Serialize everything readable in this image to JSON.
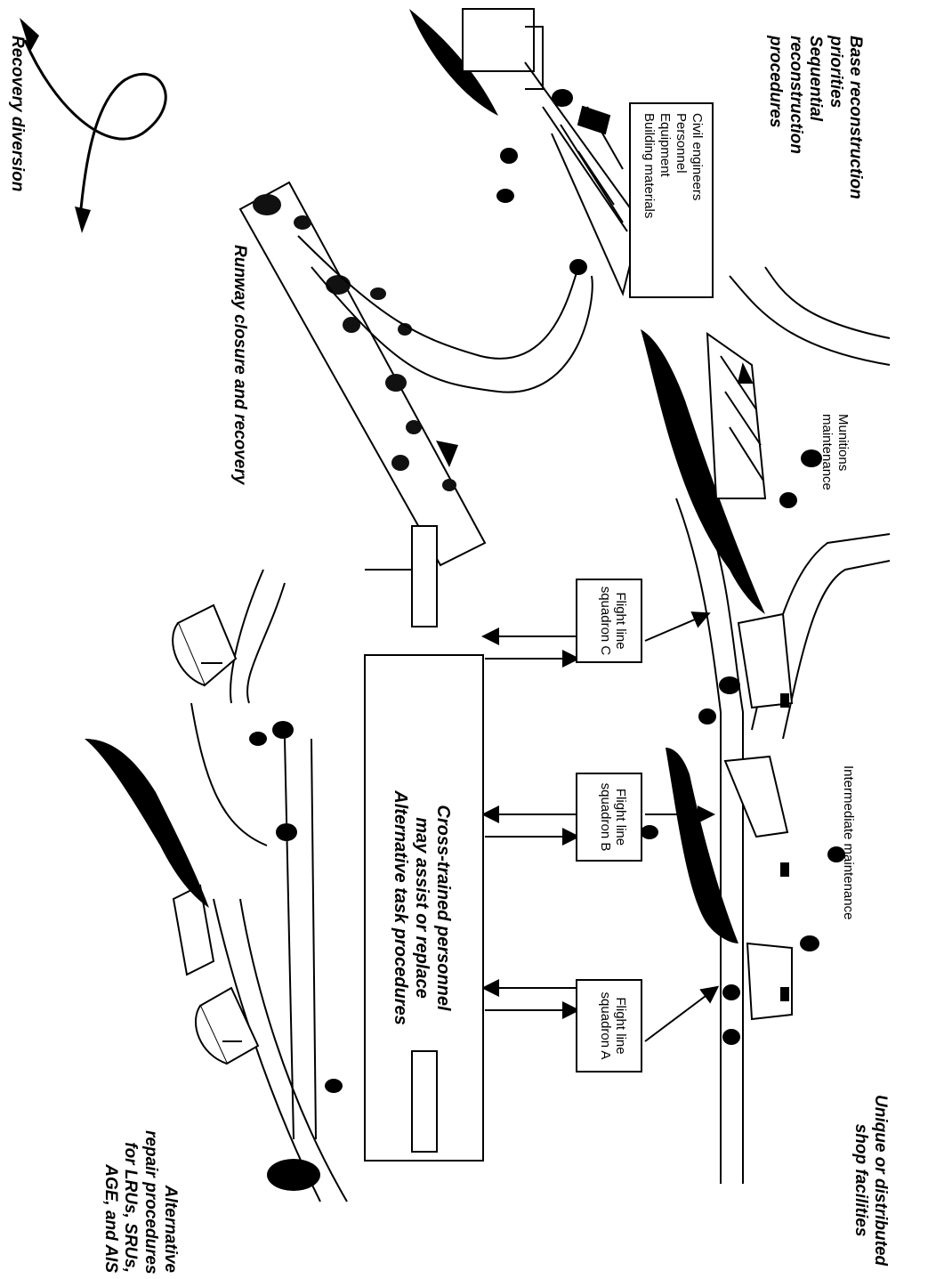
{
  "labels": {
    "recovery_diversion": "Recovery diversion",
    "runway_closure": "Runway closure and recovery",
    "base_reconstruction": [
      "Base reconstruction",
      "priorities",
      "Sequential",
      "reconstruction",
      "procedures"
    ],
    "civil_engineers": [
      "Civil engineers",
      "Personnel",
      "Equipment",
      "Building materials"
    ],
    "munitions": [
      "Munitions",
      "maintenance"
    ],
    "cross_trained": [
      "Cross-trained personnel",
      "may assist or replace",
      "Alternative task procedures"
    ],
    "squadron_a": [
      "Flight line",
      "squadron A"
    ],
    "squadron_b": [
      "Flight line",
      "squadron B"
    ],
    "squadron_c": [
      "Flight line",
      "squadron C"
    ],
    "intermediate": "Intermediate maintenance",
    "alternative_repair": [
      "Alternative",
      "repair procedures",
      "for LRUs, SRUs,",
      "AGE, and AIS"
    ],
    "unique_shop": [
      "Unique or distributed",
      "shop facilities"
    ]
  }
}
